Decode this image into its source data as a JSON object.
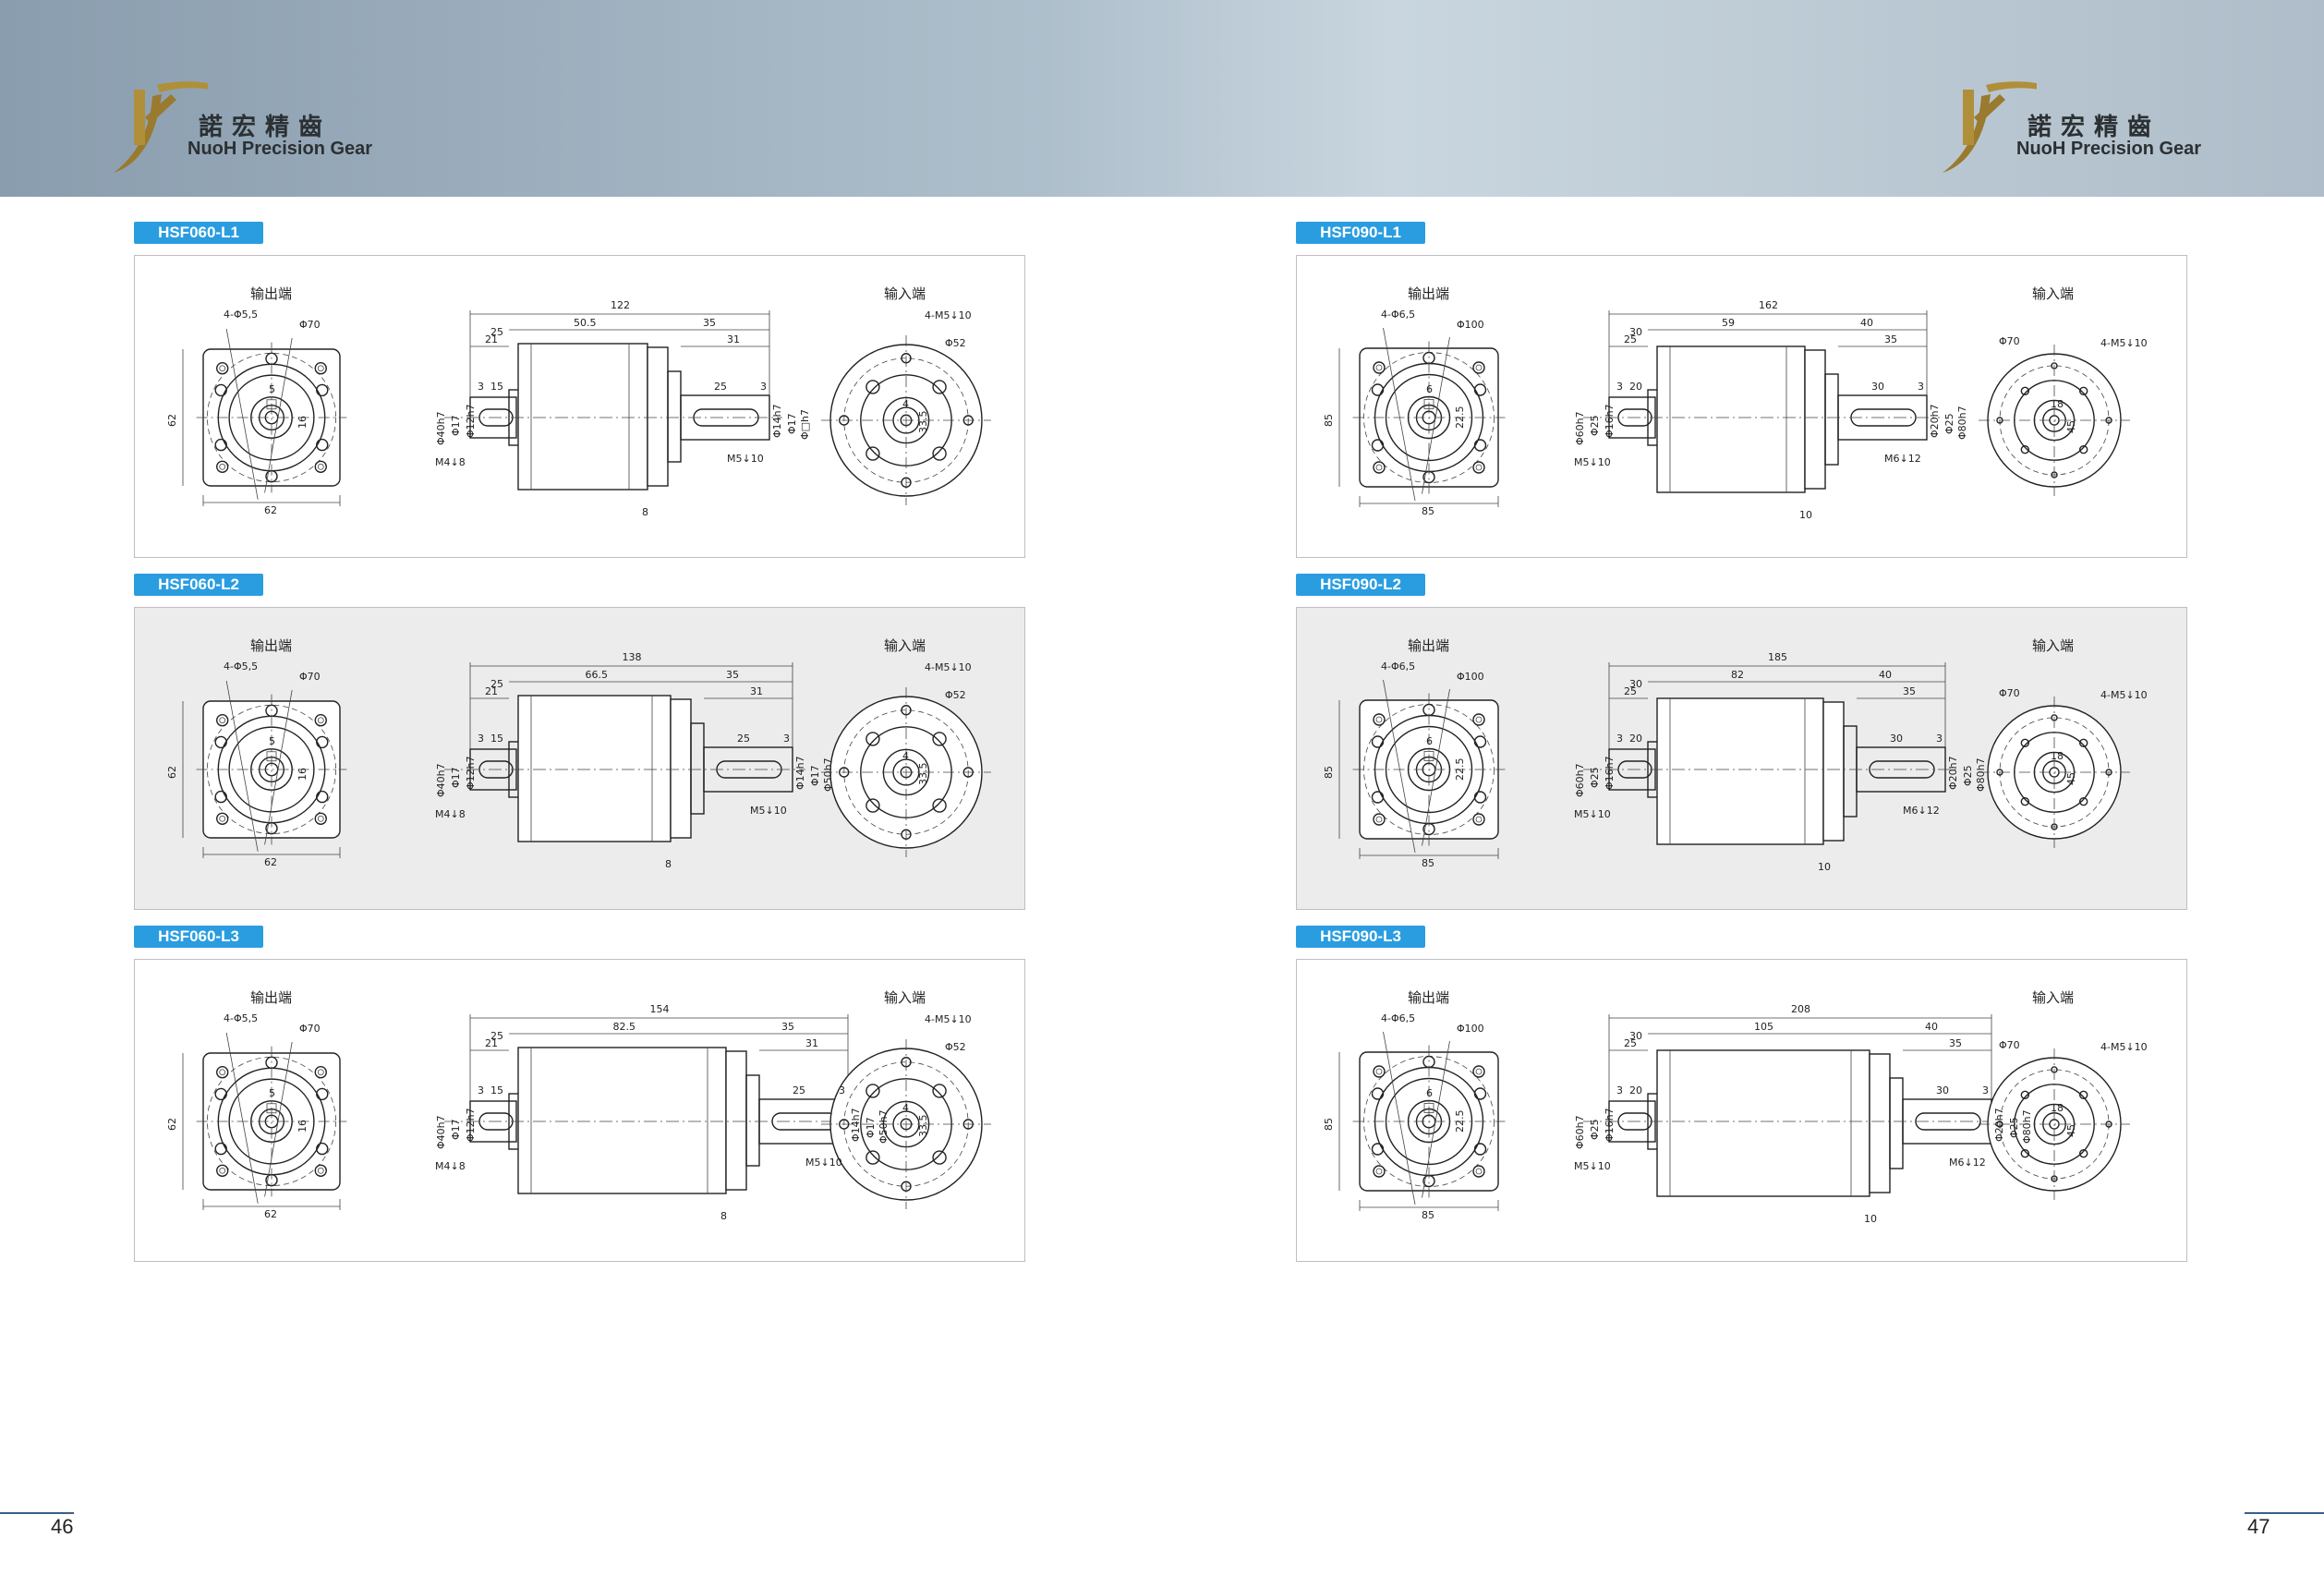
{
  "brand": {
    "cn": "諾宏精齒",
    "en": "NuoH Precision Gear"
  },
  "labels": {
    "output_end": "输出端",
    "input_end": "输入端"
  },
  "pages": {
    "left": "46",
    "right": "47"
  },
  "diagrams": [
    {
      "id": "HSF060-L1",
      "bg": "white",
      "size": "060",
      "out": {
        "bolt": "4-Φ5,5",
        "pcd": "Φ70",
        "width": "62",
        "height": "62",
        "d1": "5",
        "d2": "16"
      },
      "dims": {
        "total": "122",
        "body": "50.5",
        "front": "25",
        "f21": "21",
        "f15": "15",
        "f3": "3",
        "rear": "35",
        "r31": "31",
        "r25": "25",
        "r3": "3",
        "b8": "8"
      },
      "vert": {
        "a": "Φ40h7",
        "b": "Φ17",
        "c": "Φ12h7",
        "d": "Φ14h7",
        "e": "Φ17",
        "f": "Φ□h7"
      },
      "thread_front": "M4↓8",
      "thread_rear": "M5↓10",
      "in": {
        "holes": "4-M5↓10",
        "pcd": "Φ52",
        "d": "33.5",
        "x": "4"
      }
    },
    {
      "id": "HSF060-L2",
      "bg": "gray",
      "size": "060",
      "out": {
        "bolt": "4-Φ5,5",
        "pcd": "Φ70",
        "width": "62",
        "height": "62",
        "d1": "5",
        "d2": "16"
      },
      "dims": {
        "total": "138",
        "body": "66.5",
        "front": "25",
        "f21": "21",
        "f15": "15",
        "f3": "3",
        "rear": "35",
        "r31": "31",
        "r25": "25",
        "r3": "3",
        "b8": "8"
      },
      "vert": {
        "a": "Φ40h7",
        "b": "Φ17",
        "c": "Φ12h7",
        "d": "Φ14h7",
        "e": "Φ17",
        "f": "Φ50h7"
      },
      "thread_front": "M4↓8",
      "thread_rear": "M5↓10",
      "in": {
        "holes": "4-M5↓10",
        "pcd": "Φ52",
        "d": "33.5",
        "x": "4"
      }
    },
    {
      "id": "HSF060-L3",
      "bg": "white",
      "size": "060",
      "out": {
        "bolt": "4-Φ5,5",
        "pcd": "Φ70",
        "width": "62",
        "height": "62",
        "d1": "5",
        "d2": "16"
      },
      "dims": {
        "total": "154",
        "body": "82.5",
        "front": "25",
        "f21": "21",
        "f15": "15",
        "f3": "3",
        "rear": "35",
        "r31": "31",
        "r25": "25",
        "r3": "3",
        "b8": "8"
      },
      "vert": {
        "a": "Φ40h7",
        "b": "Φ17",
        "c": "Φ12h7",
        "d": "Φ14h7",
        "e": "Φ17",
        "f": "Φ50h7"
      },
      "thread_front": "M4↓8",
      "thread_rear": "M5↓10",
      "in": {
        "holes": "4-M5↓10",
        "pcd": "Φ52",
        "d": "33.5",
        "x": "4"
      }
    },
    {
      "id": "HSF090-L1",
      "bg": "white",
      "size": "090",
      "out": {
        "bolt": "4-Φ6,5",
        "pcd": "Φ100",
        "width": "85",
        "height": "85",
        "d1": "6",
        "d2": "22.5"
      },
      "dims": {
        "total": "162",
        "body": "59",
        "front": "30",
        "f21": "25",
        "f15": "20",
        "f3": "3",
        "rear": "40",
        "r31": "35",
        "r25": "30",
        "r3": "3",
        "b8": "10"
      },
      "vert": {
        "a": "Φ60h7",
        "b": "Φ25",
        "c": "Φ16h7",
        "d": "Φ20h7",
        "e": "Φ25",
        "f": "Φ80h7"
      },
      "thread_front": "M5↓10",
      "thread_rear": "M6↓12",
      "in": {
        "holes": "4-M5↓10",
        "pcd": "Φ70",
        "d": "45",
        "x": "18"
      }
    },
    {
      "id": "HSF090-L2",
      "bg": "gray",
      "size": "090",
      "out": {
        "bolt": "4-Φ6,5",
        "pcd": "Φ100",
        "width": "85",
        "height": "85",
        "d1": "6",
        "d2": "22.5"
      },
      "dims": {
        "total": "185",
        "body": "82",
        "front": "30",
        "f21": "25",
        "f15": "20",
        "f3": "3",
        "rear": "40",
        "r31": "35",
        "r25": "30",
        "r3": "3",
        "b8": "10"
      },
      "vert": {
        "a": "Φ60h7",
        "b": "Φ25",
        "c": "Φ16h7",
        "d": "Φ20h7",
        "e": "Φ25",
        "f": "Φ80h7"
      },
      "thread_front": "M5↓10",
      "thread_rear": "M6↓12",
      "in": {
        "holes": "4-M5↓10",
        "pcd": "Φ70",
        "d": "45",
        "x": "18"
      }
    },
    {
      "id": "HSF090-L3",
      "bg": "white",
      "size": "090",
      "out": {
        "bolt": "4-Φ6,5",
        "pcd": "Φ100",
        "width": "85",
        "height": "85",
        "d1": "6",
        "d2": "22.5"
      },
      "dims": {
        "total": "208",
        "body": "105",
        "front": "30",
        "f21": "25",
        "f15": "20",
        "f3": "3",
        "rear": "40",
        "r31": "35",
        "r25": "30",
        "r3": "3",
        "b8": "10"
      },
      "vert": {
        "a": "Φ60h7",
        "b": "Φ25",
        "c": "Φ16h7",
        "d": "Φ20h7",
        "e": "Φ25",
        "f": "Φ80h7"
      },
      "thread_front": "M5↓10",
      "thread_rear": "M6↓12",
      "in": {
        "holes": "4-M5↓10",
        "pcd": "Φ70",
        "d": "45",
        "x": "18"
      }
    }
  ]
}
